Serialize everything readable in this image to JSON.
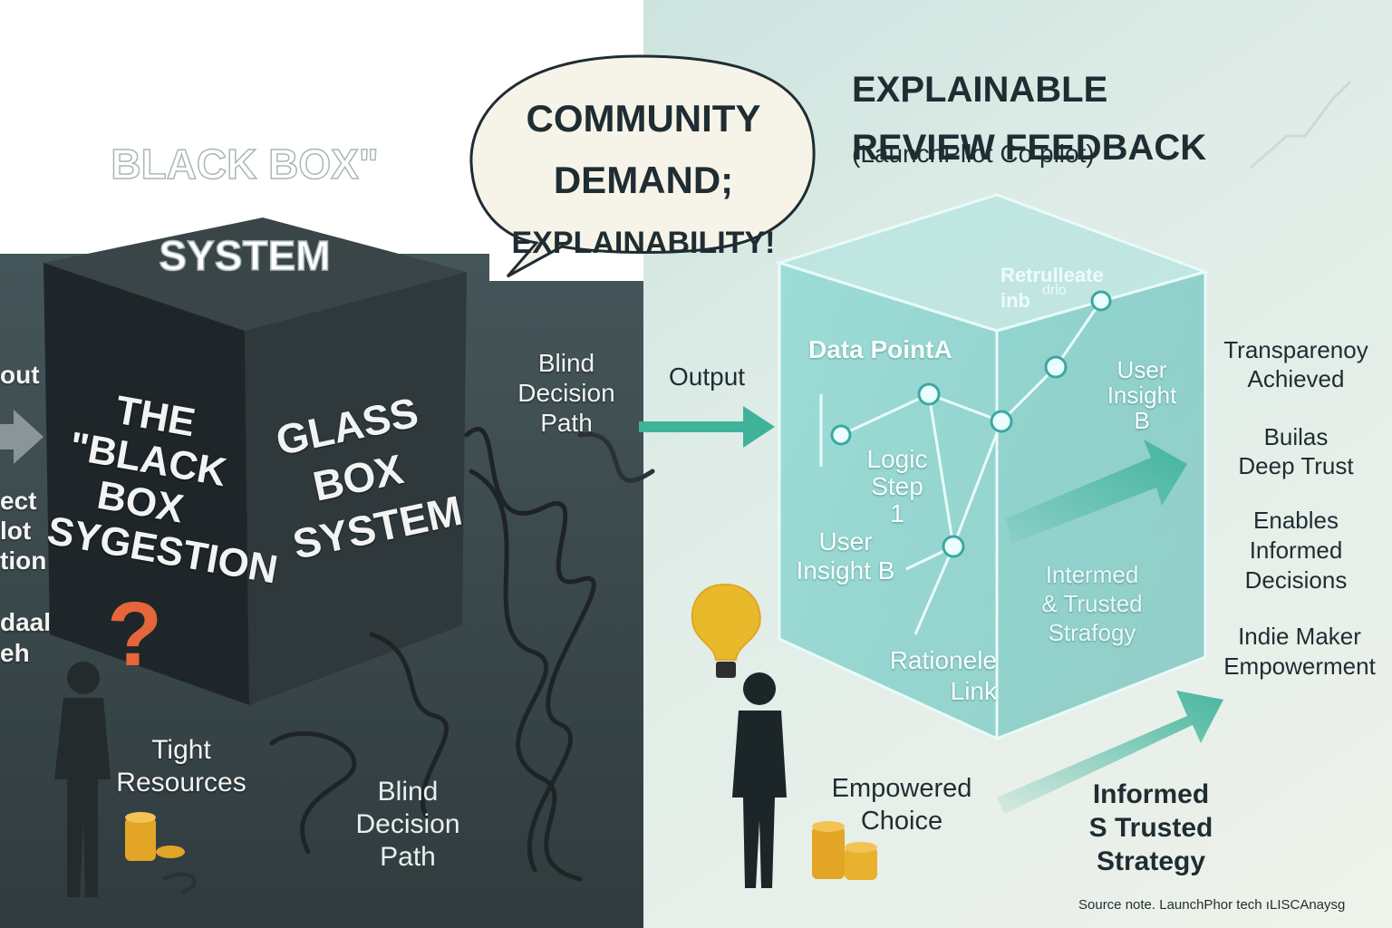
{
  "left_panel": {
    "title_line1": "BLACK BOX\"",
    "title_line2": "SYSTEM",
    "edge_labels": [
      "out",
      "ect\nlot\ntion",
      "daal\neh"
    ],
    "box_front_text": "THE\n\"BLACK\nBOX\nSYGESTION",
    "box_side_text": "GLASS\nBOX\nSYSTEM",
    "question_mark": "?",
    "resources_label": "Tight\nResources",
    "blind_path_top": "Blind\nDecision\nPath",
    "blind_path_bottom": "Blind\nDecision\nPath"
  },
  "speech_bubble": {
    "line1": "COMMUNITY",
    "line2": "DEMAND;",
    "line3": "EXPLAINABILITY!"
  },
  "right_panel": {
    "title_line1": "EXPLAINABLE",
    "title_line2": "REVIEW FEEDBACK",
    "subtitle": "(LaunchPllot Co pliot)",
    "output_label": "Output",
    "cube_labels": {
      "top": "Retrulleate\ninb",
      "top_overlay": "drlo",
      "data_point": "Data PointA",
      "user_insight_top": "User\nInsight B",
      "logic_step": "Logic\nStep 1",
      "user_insight_bottom": "User\nInsight B",
      "intermed": "Intermed\n& Trusted\nStrafogy",
      "rationale": "Rationele\nLink"
    },
    "benefits": [
      "Transparenoy\nAchieved",
      "Builas\nDeep Trust",
      "Enables\nInformed\nDecisions",
      "Indie Maker\nEmpowerment"
    ],
    "empowered_label": "Empowered\nChoice",
    "strategy_label": "Informed\nS Trusted\nStrategy",
    "source_note": "Source note. LaunchPhor tech ıLISCAnaysg"
  },
  "colors": {
    "dark_bg": "#3a474b",
    "teal_accent": "#3fb39a",
    "glass": "#7fd3cf",
    "gold": "#e2a526"
  }
}
